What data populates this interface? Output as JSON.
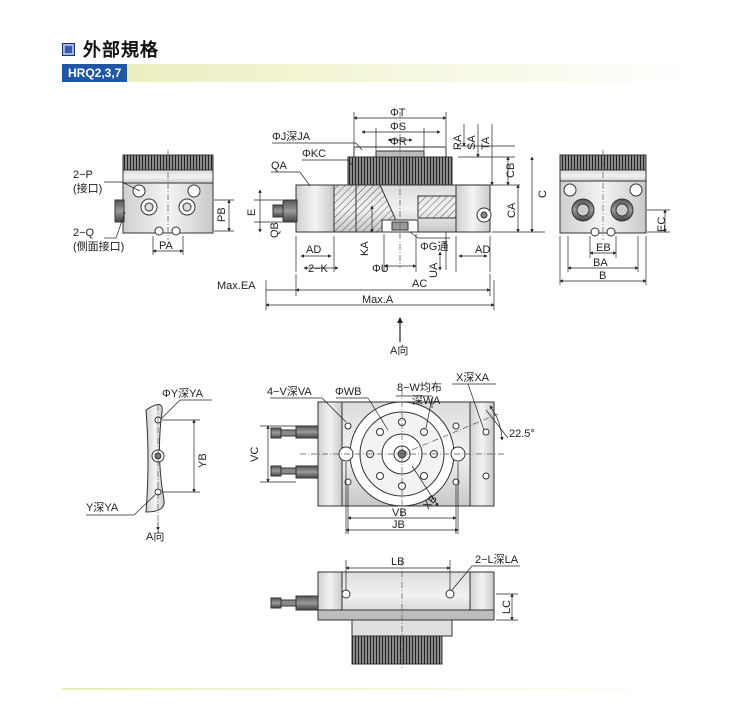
{
  "section_title": "外部規格",
  "model": "HRQ2,3,7",
  "labels": {
    "phi_t": "ΦT",
    "phi_s": "ΦS",
    "phi_r": "ΦR",
    "phi_j_depth_ja": "ΦJ深JA",
    "phi_kc": "ΦKC",
    "qa": "QA",
    "ra": "RA",
    "sa": "SA",
    "ta": "TA",
    "cb": "CB",
    "ca": "CA",
    "c": "C",
    "e": "E",
    "qb": "QB",
    "ad_left": "AD",
    "ad_right": "AD",
    "ka": "KA",
    "phi_g_thru": "ΦG通",
    "two_k": "2−K",
    "phi_u": "ΦU",
    "ua": "UA",
    "ac": "AC",
    "max_ea": "Max.EA",
    "max_a": "Max.A",
    "a_view": "A向",
    "two_p": "2−P",
    "port": "(接口)",
    "two_q": "2−Q",
    "side_port": "(側面接口)",
    "pa": "PA",
    "pb": "PB",
    "ec": "EC",
    "eb": "EB",
    "ba": "BA",
    "b": "B",
    "phi_y_depth_ya": "ΦY深YA",
    "yb": "YB",
    "y_depth_ya": "Y深YA",
    "a_view_2": "A向",
    "four_v_depth_va": "4−V深VA",
    "phi_wb": "ΦWB",
    "eight_w_even": "8−W均布",
    "depth_wa": "深WA",
    "x_depth_xa": "X深XA",
    "angle": "22.5°",
    "vc": "VC",
    "vb": "VB",
    "jb": "JB",
    "xb": "XB",
    "lb": "LB",
    "two_l_depth_la": "2−L深LA",
    "lc": "LC"
  }
}
